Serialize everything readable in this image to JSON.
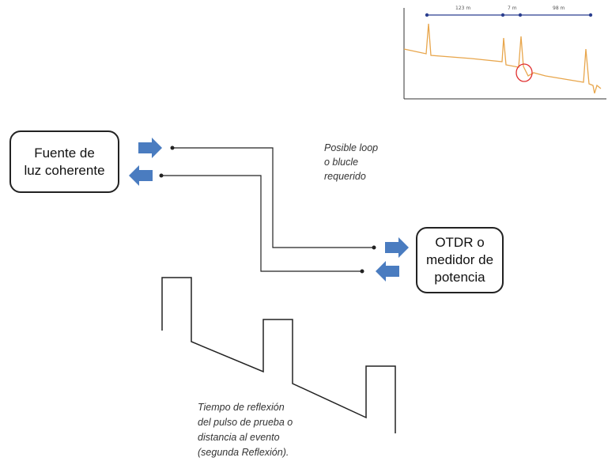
{
  "source_box": {
    "lines": [
      "Fuente de",
      "luz coherente"
    ]
  },
  "otdr_box": {
    "lines": [
      "OTDR o",
      "medidor de",
      "potencia"
    ]
  },
  "loop_note": {
    "lines": [
      "Posible loop",
      "o blucle",
      "requerido"
    ]
  },
  "time_note": {
    "lines": [
      "Tiempo de reflexión",
      "del pulso de prueba o",
      "distancia al evento",
      "(segunda  Reflexión)."
    ]
  },
  "trace_inset": {
    "segment_labels": [
      "123 m",
      "7 m",
      "98 m"
    ]
  },
  "colors": {
    "arrow_fill": "#4a7cc0",
    "trace_line": "#e8a64c",
    "marker_line": "#2b3f8f",
    "highlight_circle": "#e03030",
    "line_color": "#222222"
  }
}
